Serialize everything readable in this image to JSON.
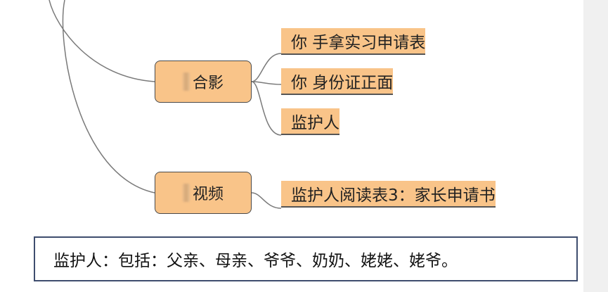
{
  "branches": [
    {
      "label": "合影",
      "leaves": [
        "你 手拿实习申请表",
        "你 身份证正面",
        "监护人"
      ]
    },
    {
      "label": "视频",
      "leaves": [
        "监护人阅读表3：家长申请书"
      ]
    }
  ],
  "note": "监护人：包括：父亲、母亲、爷爷、奶奶、姥姥、姥爷。",
  "colors": {
    "node_fill": "#f9c489",
    "node_border": "#4a4a4a",
    "connector": "#7a7a7a",
    "note_border": "#3e4d6e",
    "side_panel": "#f0f0f0"
  }
}
